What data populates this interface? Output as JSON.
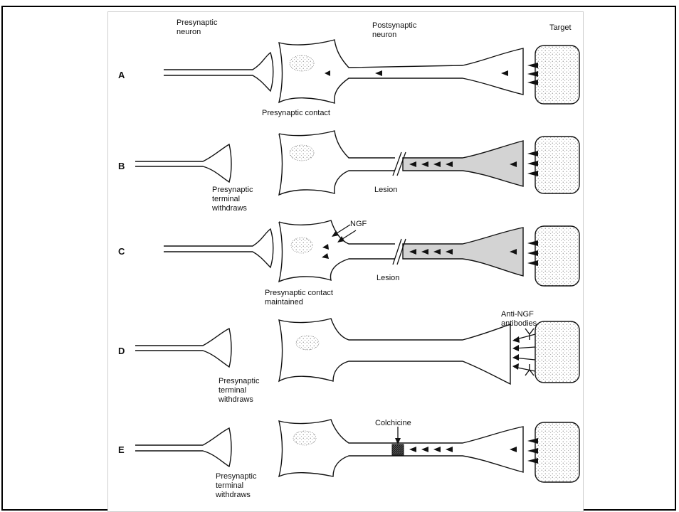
{
  "figure": {
    "headers": {
      "presynaptic": [
        "Presynaptic",
        "neuron"
      ],
      "postsynaptic": [
        "Postsynaptic",
        "neuron"
      ],
      "target": "Target"
    },
    "rows": [
      {
        "id": "A",
        "caption": [
          "Presynaptic contact"
        ]
      },
      {
        "id": "B",
        "caption": [
          "Presynaptic",
          "terminal",
          "withdraws"
        ],
        "lesion": "Lesion"
      },
      {
        "id": "C",
        "caption": [
          "Presynaptic contact",
          "maintained"
        ],
        "lesion": "Lesion",
        "ngf": "NGF"
      },
      {
        "id": "D",
        "caption": [
          "Presynaptic",
          "terminal",
          "withdraws"
        ],
        "antibody": [
          "Anti-NGF",
          "antibodies"
        ]
      },
      {
        "id": "E",
        "caption": [
          "Presynaptic",
          "terminal",
          "withdraws"
        ],
        "drug": "Colchicine"
      }
    ]
  }
}
